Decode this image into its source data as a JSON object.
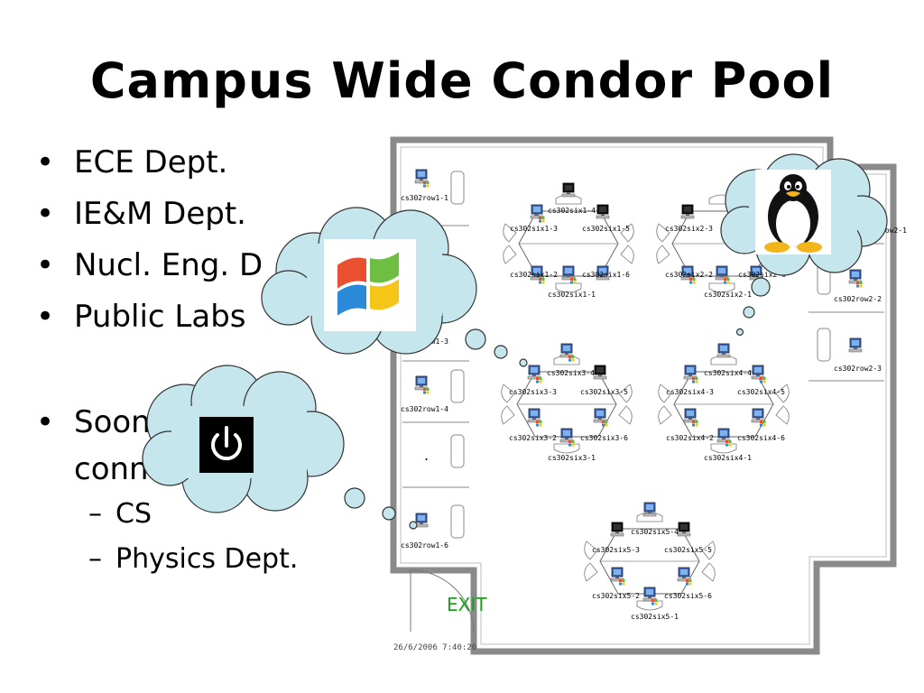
{
  "slide": {
    "title": "Campus Wide Condor Pool",
    "bullets": [
      "ECE Dept.",
      "IE&M Dept.",
      "Nucl. Eng. D",
      "Public Labs"
    ],
    "bullet_soon": "Soon",
    "bullet_soon_line2": "conn",
    "sub_bullets": [
      "CS",
      "Physics Dept."
    ]
  },
  "floor_plan": {
    "exit_label": "EXIT",
    "timestamp": "26/6/2006 7:40:26",
    "dot_mark": ".",
    "row1": [
      "cs302row1-1",
      "cs302row1-3",
      "cs302row1-4",
      "cs302row1-6"
    ],
    "row2": [
      "cs302row2-1",
      "cs302row2-2",
      "cs302row2-3"
    ],
    "six1": [
      "cs302six1-4",
      "cs302six1-3",
      "cs302six1-5",
      "cs302six1-2",
      "cs302six1-6",
      "cs302six1-1"
    ],
    "six2": [
      "cs302six2-3",
      "cs302six2-2",
      "cs302six2-6",
      "cs302six2-1"
    ],
    "six3": [
      "cs302six3-4",
      "cs302six3-3",
      "cs302six3-5",
      "cs302six3-2",
      "cs302six3-6",
      "cs302six3-1"
    ],
    "six4": [
      "cs302six4-4",
      "cs302six4-3",
      "cs302six4-5",
      "cs302six4-2",
      "cs302six4-6",
      "cs302six4-1"
    ],
    "six5": [
      "cs302six5-4",
      "cs302six5-3",
      "cs302six5-5",
      "cs302six5-2",
      "cs302six5-6",
      "cs302six5-1"
    ]
  },
  "colors": {
    "cloud": "#c4e6ec",
    "wall": "#8a8a8a",
    "exit": "#1aa01a"
  },
  "icons": [
    "windows-logo-icon",
    "linux-penguin-icon",
    "power-icon",
    "computer-icon"
  ]
}
